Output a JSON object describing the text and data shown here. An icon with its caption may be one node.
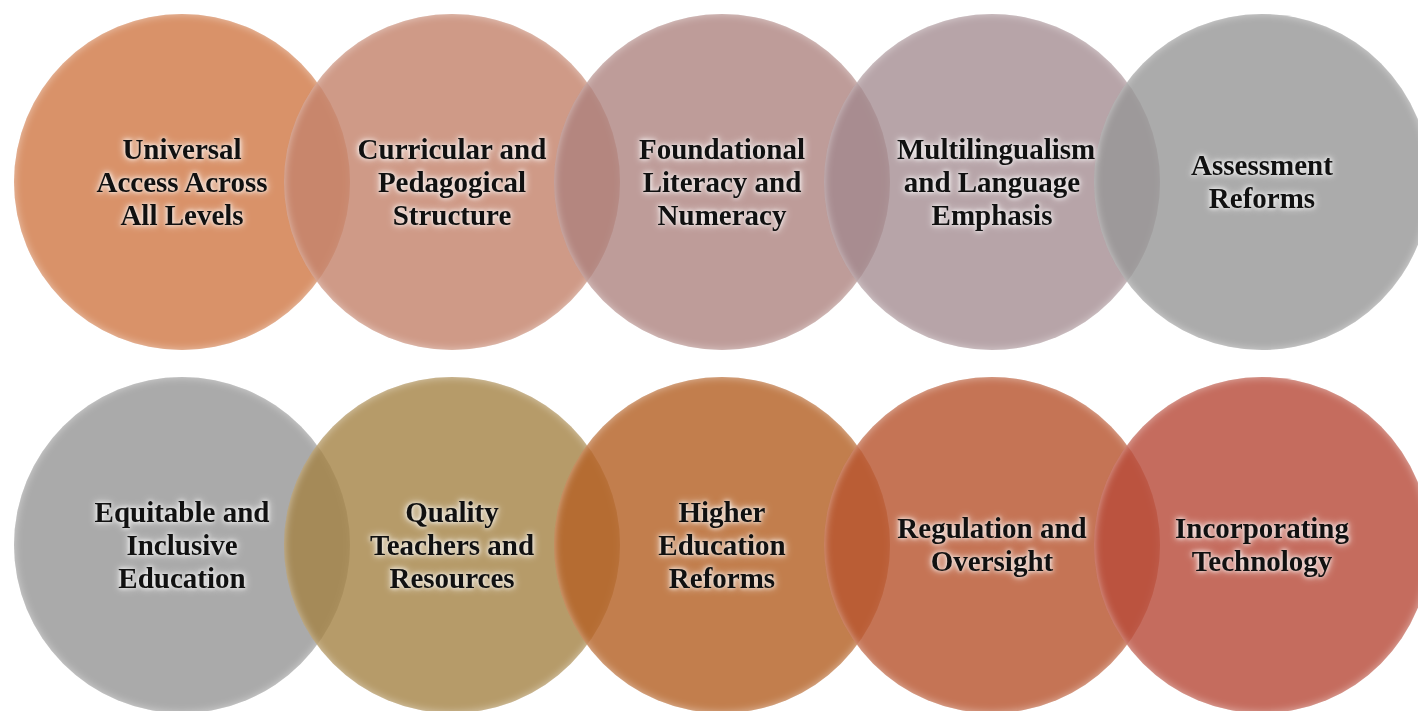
{
  "diagram": {
    "nodes": [
      {
        "text": [
          "Universal Access Across All Levels"
        ]
      },
      {
        "text": [
          "Curricular and Pedagogical Structure"
        ]
      },
      {
        "text": [
          "Foundational Literacy and Numeracy"
        ]
      },
      {
        "text": [
          "Multilingualism and Language Emphasis"
        ]
      },
      {
        "text": [
          "Assessment Reforms"
        ]
      },
      {
        "text": [
          "Equitable and Inclusive Education"
        ]
      },
      {
        "text": [
          "Quality Teachers and Resources"
        ]
      },
      {
        "text": [
          "Higher Education Reforms"
        ]
      },
      {
        "text": [
          "Regulation and Oversight"
        ]
      },
      {
        "text": [
          "Incorporating Technology"
        ]
      }
    ]
  }
}
